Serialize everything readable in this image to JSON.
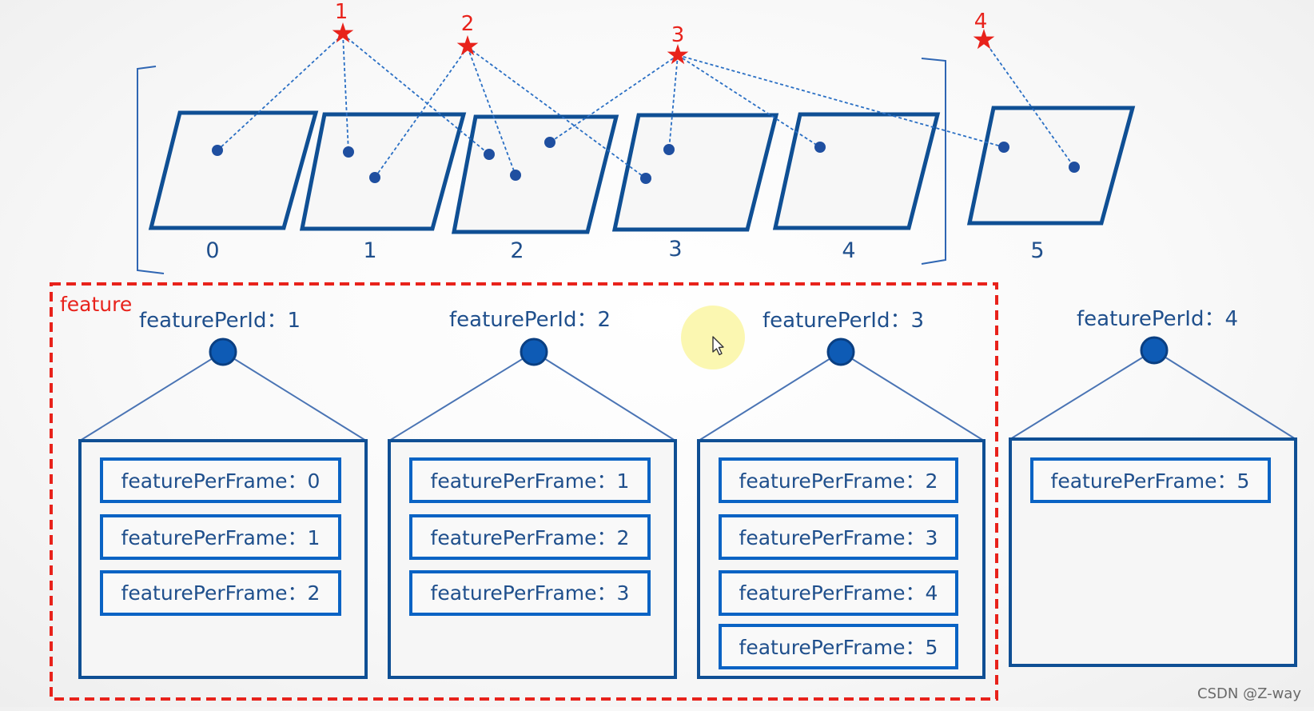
{
  "colors": {
    "frame_stroke": "#0f4f94",
    "point_fill": "#1f4fa0",
    "observation_line": "#2a6fc4",
    "star": "#e8221b",
    "feature_box": "#e8221b",
    "label_text": "#1f4f8c",
    "tree_node": "#0e5bb5",
    "tree_line": "#4a74b4",
    "watermark": "#6a6a6a",
    "cursor_halo": "#fbf6a9"
  },
  "icons": {
    "star": "star-icon",
    "cursor": "mouse-cursor-icon"
  },
  "frames": [
    {
      "label": "0"
    },
    {
      "label": "1"
    },
    {
      "label": "2"
    },
    {
      "label": "3"
    },
    {
      "label": "4"
    },
    {
      "label": "5"
    }
  ],
  "landmarks": [
    {
      "label": "1"
    },
    {
      "label": "2"
    },
    {
      "label": "3"
    },
    {
      "label": "4"
    }
  ],
  "feature_box": {
    "label": "feature"
  },
  "features": [
    {
      "title": "featurePerId：1",
      "frames": [
        "featurePerFrame：0",
        "featurePerFrame：1",
        "featurePerFrame：2"
      ]
    },
    {
      "title": "featurePerId：2",
      "frames": [
        "featurePerFrame：1",
        "featurePerFrame：2",
        "featurePerFrame：3"
      ]
    },
    {
      "title": "featurePerId：3",
      "frames": [
        "featurePerFrame：2",
        "featurePerFrame：3",
        "featurePerFrame：4",
        "featurePerFrame：5"
      ]
    },
    {
      "title": "featurePerId：4",
      "frames": [
        "featurePerFrame：5"
      ]
    }
  ],
  "watermark": "CSDN @Z-way"
}
